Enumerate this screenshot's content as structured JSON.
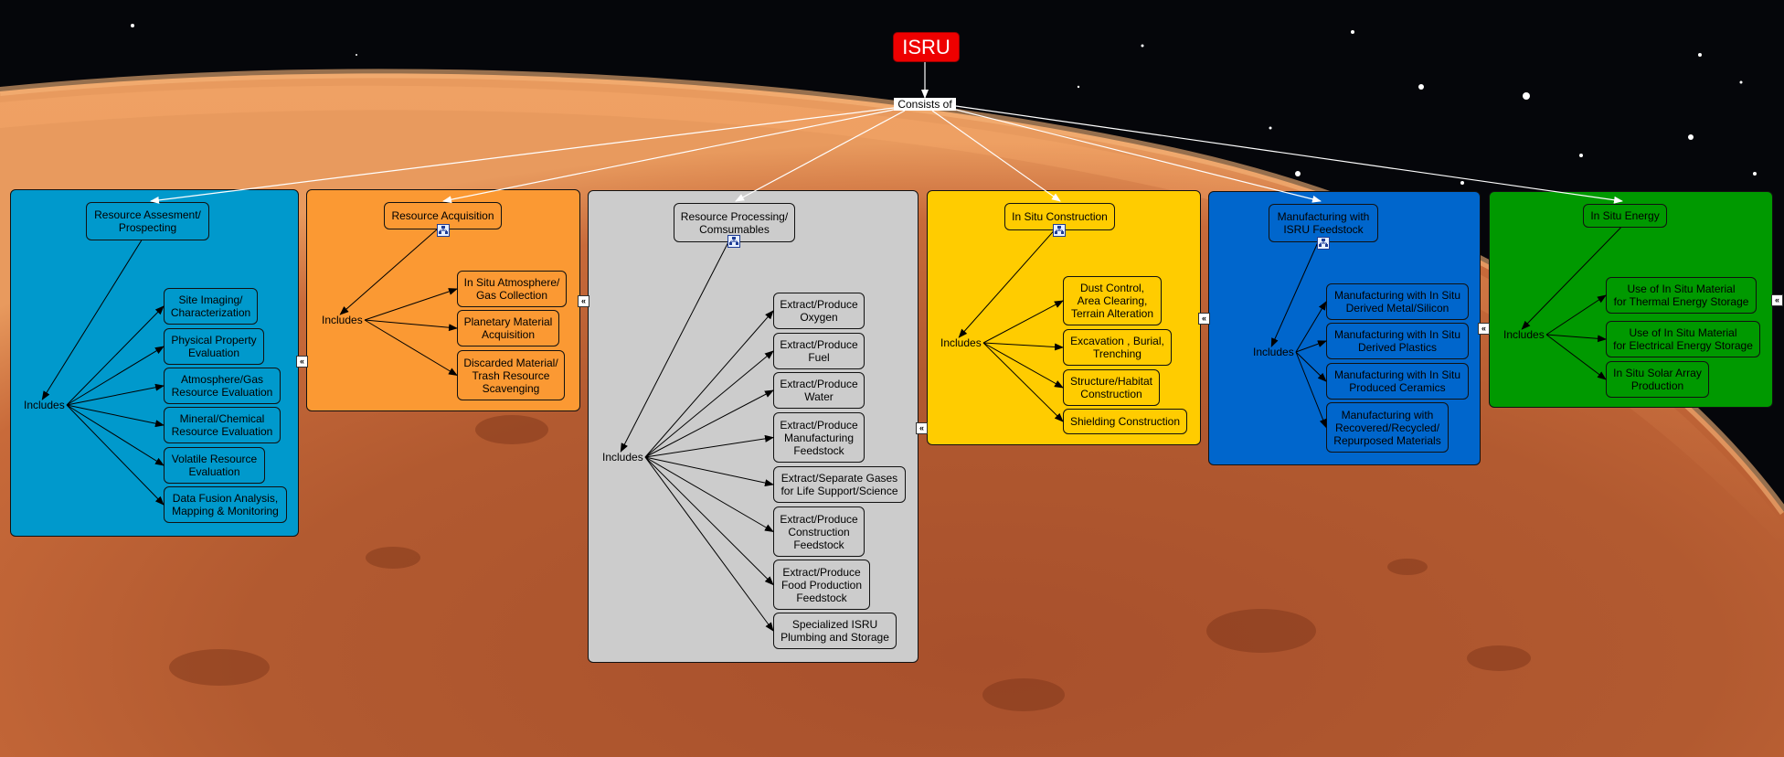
{
  "root_label": "ISRU",
  "linking_phrase": "Consists of",
  "includes_label": "Includes",
  "colors": {
    "root": "#ee0000",
    "resource_assessment": "#0099cc",
    "resource_acquisition": "#fb9933",
    "resource_processing": "#cccccc",
    "in_situ_construction": "#ffcc00",
    "manufacturing": "#0066cc",
    "in_situ_energy": "#009900"
  },
  "groups": [
    {
      "title": "Resource Assesment/\nProspecting",
      "items": [
        "Site Imaging/\nCharacterization",
        "Physical Property\nEvaluation",
        "Atmosphere/Gas\nResource Evaluation",
        "Mineral/Chemical\nResource Evaluation",
        "Volatile Resource\nEvaluation",
        "Data Fusion Analysis,\nMapping & Monitoring"
      ]
    },
    {
      "title": "Resource Acquisition",
      "items": [
        "In Situ Atmosphere/\nGas Collection",
        "Planetary Material\nAcquisition",
        "Discarded Material/\nTrash Resource\nScavenging"
      ]
    },
    {
      "title": "Resource Processing/\nComsumables",
      "items": [
        "Extract/Produce\nOxygen",
        "Extract/Produce\nFuel",
        "Extract/Produce\nWater",
        "Extract/Produce\nManufacturing\nFeedstock",
        "Extract/Separate Gases\nfor Life Support/Science",
        "Extract/Produce\nConstruction\nFeedstock",
        "Extract/Produce\nFood Production\nFeedstock",
        "Specialized ISRU\nPlumbing and Storage"
      ]
    },
    {
      "title": "In Situ Construction",
      "items": [
        "Dust Control,\nArea Clearing,\nTerrain Alteration",
        "Excavation , Burial,\nTrenching",
        "Structure/Habitat\nConstruction",
        "Shielding Construction"
      ]
    },
    {
      "title": "Manufacturing with\nISRU Feedstock",
      "items": [
        "Manufacturing with In Situ\nDerived Metal/Silicon",
        "Manufacturing with In Situ\nDerived Plastics",
        "Manufacturing with In Situ\nProduced Ceramics",
        "Manufacturing with\nRecovered/Recycled/\nRepurposed Materials"
      ]
    },
    {
      "title": "In Situ Energy",
      "items": [
        "Use of In Situ Material\nfor Thermal Energy Storage",
        "Use of In Situ Material\nfor Electrical Energy Storage",
        "In Situ Solar Array\nProduction"
      ]
    }
  ]
}
